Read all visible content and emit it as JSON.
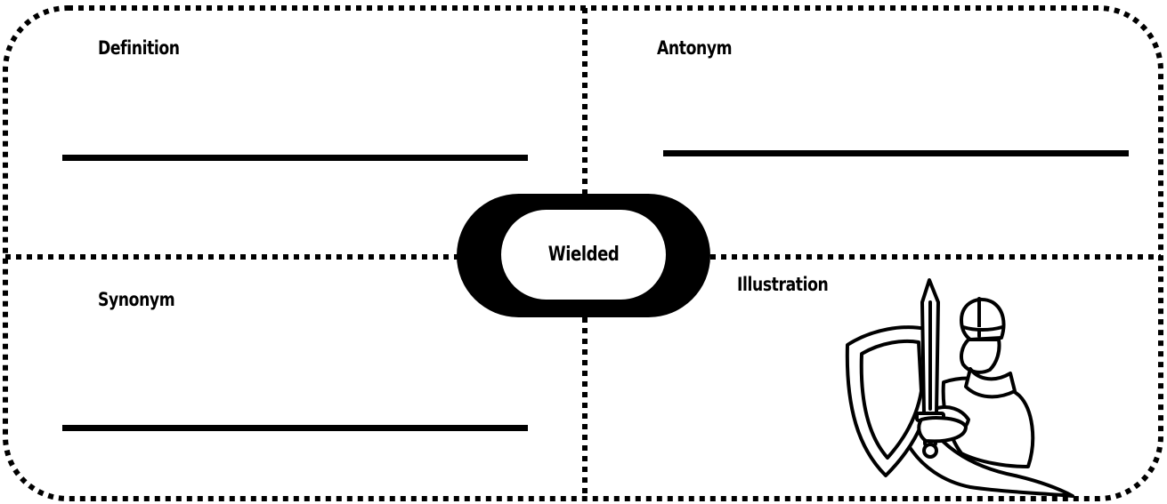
{
  "frayer_model": {
    "word": "Wielded",
    "quadrants": {
      "definition": {
        "label": "Definition"
      },
      "antonym": {
        "label": "Antonym"
      },
      "synonym": {
        "label": "Synonym"
      },
      "illustration": {
        "label": "Illustration",
        "image_icon": "knight-with-sword-and-shield-icon"
      }
    }
  },
  "colors": {
    "ink": "#000000",
    "background": "#ffffff"
  }
}
